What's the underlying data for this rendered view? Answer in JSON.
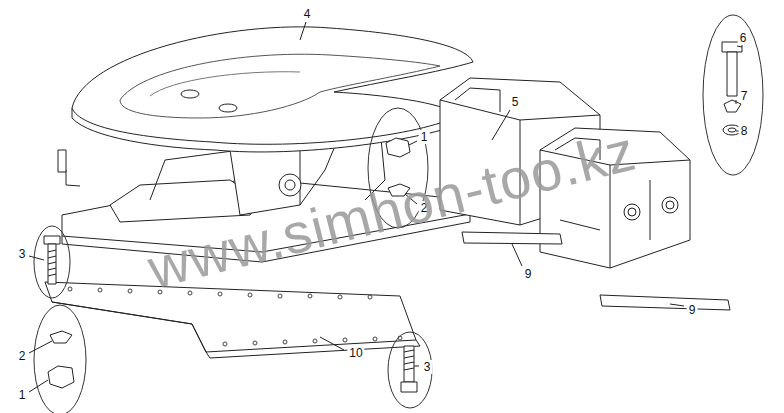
{
  "diagram": {
    "labels": [
      "4",
      "6",
      "5",
      "7",
      "8",
      "1",
      "2",
      "3",
      "9",
      "9",
      "2",
      "1",
      "10",
      "3",
      "www.simhon-too.kz"
    ]
  }
}
